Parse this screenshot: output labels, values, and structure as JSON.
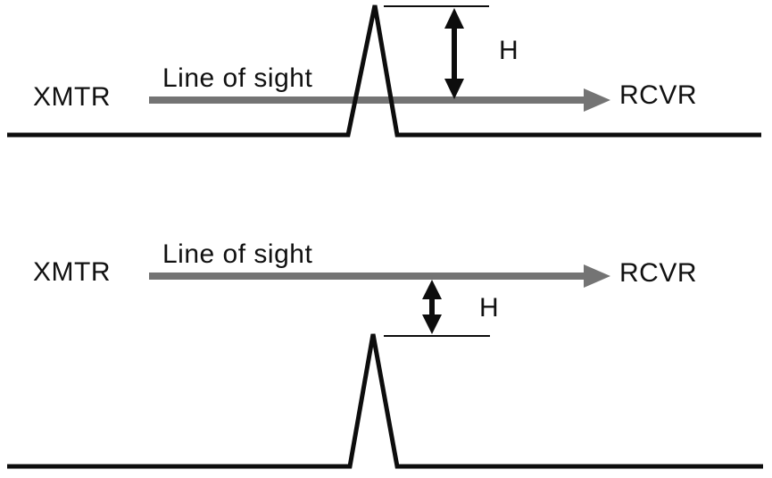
{
  "figure": {
    "description": "Line-of-sight propagation over a terrain peak, two cases",
    "colors": {
      "background": "#ffffff",
      "terrain_line": "#0d0d0d",
      "line_of_sight": "#747474",
      "annotation": "#0d0d0d"
    },
    "top_diagram": {
      "transmitter_label": "XMTR",
      "line_of_sight_label": "Line of sight",
      "height_label": "H",
      "receiver_label": "RCVR"
    },
    "bottom_diagram": {
      "transmitter_label": "XMTR",
      "line_of_sight_label": "Line of sight",
      "height_label": "H",
      "receiver_label": "RCVR"
    }
  }
}
